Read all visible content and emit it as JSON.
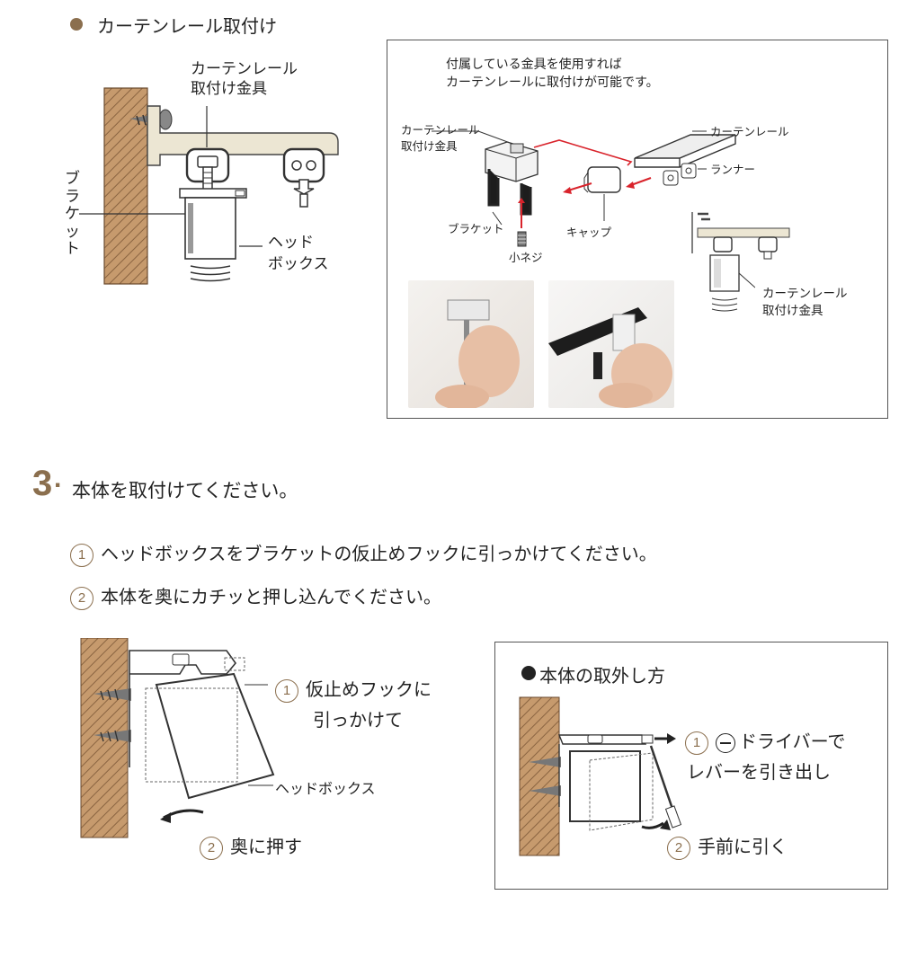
{
  "section1": {
    "title": "カーテンレール取付け",
    "left": {
      "fitting_label_lines": [
        "カーテンレール",
        "取付け金具"
      ],
      "bracket_label_chars": [
        "ブ",
        "ラ",
        "ケ",
        "ッ",
        "ト"
      ],
      "headbox_label_lines": [
        "ヘッド",
        "ボックス"
      ]
    },
    "right_box": {
      "note_lines": [
        "付属している金具を使用すれば",
        "カーテンレールに取付けが可能です。"
      ],
      "fitting_label_lines": [
        "カーテンレール",
        "取付け金具"
      ],
      "bracket": "ブラケット",
      "cap": "キャップ",
      "screw": "小ネジ",
      "rail": "カーテンレール",
      "runner": "ランナー",
      "fitting2_lines": [
        "カーテンレール",
        "取付け金具"
      ]
    }
  },
  "step3": {
    "number": "3",
    "dot": ".",
    "title": "本体を取付けてください。",
    "sub1_num": "1",
    "sub1": "ヘッドボックスをブラケットの仮止めフックに引っかけてください。",
    "sub2_num": "2",
    "sub2": "本体を奥にカチッと押し込んでください。",
    "diagram_left": {
      "hook_num": "1",
      "hook_lines": [
        "仮止めフックに",
        "引っかけて"
      ],
      "headbox": "ヘッドボックス",
      "push_num": "2",
      "push": "奥に押す"
    },
    "removal_box": {
      "title": "本体の取外し方",
      "s1_num": "1",
      "s1_lines": [
        "ドライバーで",
        "レバーを引き出し"
      ],
      "s2_num": "2",
      "s2": "手前に引く"
    }
  },
  "colors": {
    "accent": "#8b6f4e",
    "wood": "#c69a6d",
    "red": "#d9232b",
    "bracket": "#ece6d3"
  }
}
